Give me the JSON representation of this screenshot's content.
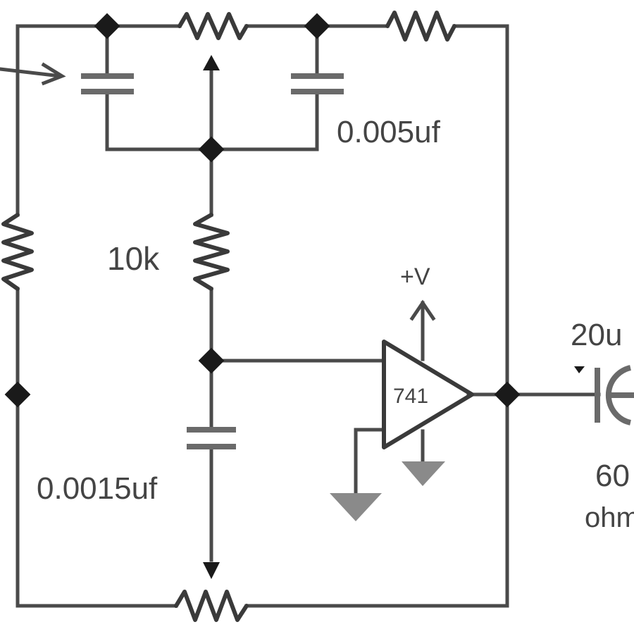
{
  "diagram": {
    "colors": {
      "wire": "#4a4a4a",
      "node": "#1a1a1a",
      "ground": "#8a8a8a",
      "background": "#ffffff"
    },
    "labels": {
      "cap_top_right": "0.005uf",
      "res_middle": "10k",
      "cap_bottom": "0.0015uf",
      "supply": "+V",
      "opamp": "741",
      "output_cap": "20u",
      "output_load_line1": "60",
      "output_load_line2": "ohm"
    }
  }
}
